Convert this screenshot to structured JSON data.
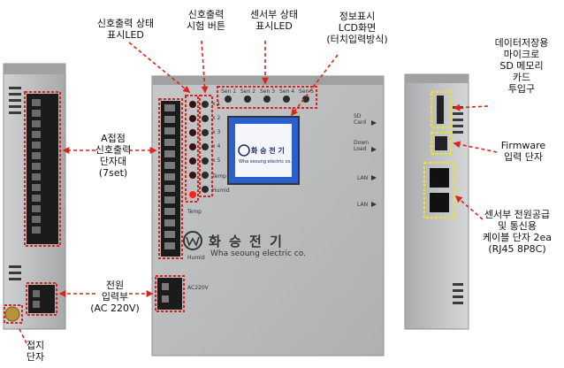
{
  "labels": {
    "signal_output_led": "신호출력 상태\n표시LED",
    "signal_test_button": "신호출력\n시험 버튼",
    "sensor_status_led": "센서부 상태\n표시LED",
    "lcd_display": "정보표시\nLCD화면\n(터치입력방식)",
    "sd_card": "데이터저장용\n마이크로\nSD 메모리\n카드\n투입구",
    "terminal_block": "A접점\n신호출력\n단자대\n(7set)",
    "firmware": "Firmware\n입력 단자",
    "power_input": "전원\n입력부\n(AC 220V)",
    "sensor_cable": "센서부 전원공급\n및 통신용\n케이블 단자 2ea\n(RJ45 8P8C)",
    "ground": "접지\n단자"
  },
  "device": {
    "brand_korean": "화 승 전 기",
    "brand_english": "Wha seoung electric co.",
    "lcd_brand": "화 승 전 기",
    "lcd_sub": "Wha seoung electric co.",
    "sensor_labels": [
      "Sen 1",
      "Sen 2",
      "Sen 3",
      "Sen 4",
      "Sen 5"
    ],
    "led_labels": [
      "x 1",
      "x 2",
      "x 3",
      "x 4",
      "x 5",
      "Temp",
      "Humid"
    ],
    "side_labels": [
      "SD Card",
      "Down Load",
      "LAN",
      "LAN"
    ],
    "power_label": "AC220V",
    "temp_label": "Temp",
    "humid_label": "Humid"
  },
  "colors": {
    "callout_red": "#d9251c",
    "callout_yellow": "#f2e41a",
    "panel_grey": "#b9bbbd",
    "lcd_blue": "#2a5fd0"
  }
}
